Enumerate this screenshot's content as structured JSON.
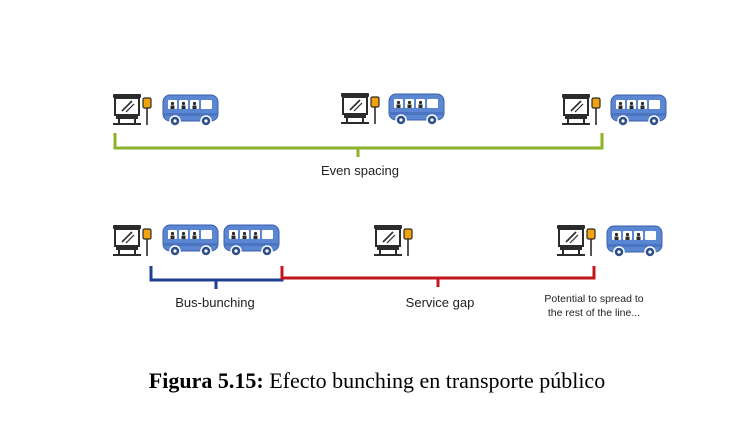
{
  "labels": {
    "even": "Even spacing",
    "bunching": "Bus-bunching",
    "gap": "Service gap",
    "spread_line1": "Potential to spread to",
    "spread_line2": "the rest of the line..."
  },
  "caption": {
    "label": "Figura 5.15:",
    "text": "Efecto bunching en transporte público"
  },
  "colors": {
    "green": "#8db32a",
    "blue": "#1f3f95",
    "red": "#c3161c",
    "bus": "#5b86d1",
    "bus_dark": "#2f4f8a"
  }
}
